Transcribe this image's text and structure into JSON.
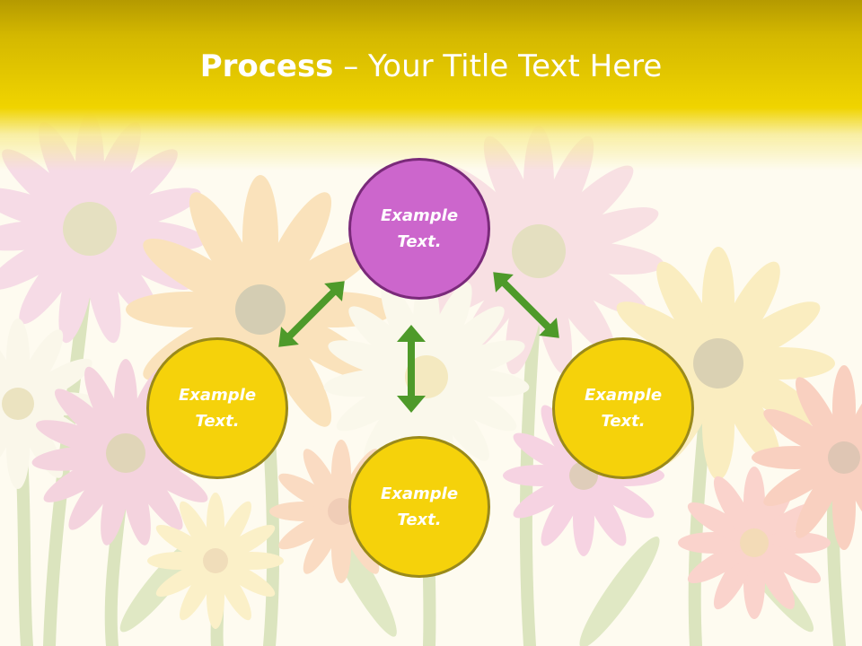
{
  "title": {
    "bold": "Process",
    "rest": " – Your Title Text Here"
  },
  "colors": {
    "header_yellow": "#f0d400",
    "circle_purple": "#cc66cc",
    "circle_yellow": "#f5d20b",
    "arrow_green": "#4e9a2a"
  },
  "nodes": [
    {
      "id": "top",
      "line1": "Example",
      "line2": "Text."
    },
    {
      "id": "left",
      "line1": "Example",
      "line2": "Text."
    },
    {
      "id": "right",
      "line1": "Example",
      "line2": "Text."
    },
    {
      "id": "bottom",
      "line1": "Example",
      "line2": "Text."
    }
  ]
}
